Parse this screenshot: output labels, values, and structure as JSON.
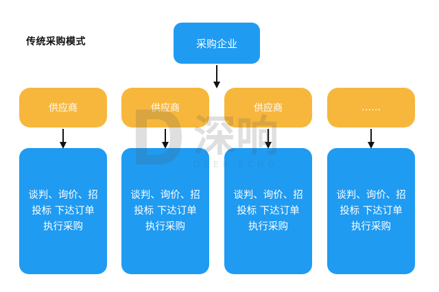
{
  "title": "传统采购模式",
  "root": {
    "label": "采购企业"
  },
  "suppliers": [
    {
      "label": "供应商"
    },
    {
      "label": "供应商"
    },
    {
      "label": "供应商"
    },
    {
      "label": "……"
    }
  ],
  "activities": [
    {
      "line1": "谈判、询价、招",
      "line2": "投标 下达订单",
      "line3": "执行采购"
    },
    {
      "line1": "谈判、询价、招",
      "line2": "投标 下达订单",
      "line3": "执行采购"
    },
    {
      "line1": "谈判、询价、招",
      "line2": "投标 下达订单",
      "line3": "执行采购"
    },
    {
      "line1": "谈判、询价、招",
      "line2": "投标 下达订单",
      "line3": "执行采购"
    }
  ],
  "watermark": {
    "text": "深响",
    "subtext": "DEEP ECHO"
  },
  "colors": {
    "blue": "#1f9bf2",
    "orange": "#f6b73c",
    "arrow": "#111111"
  }
}
